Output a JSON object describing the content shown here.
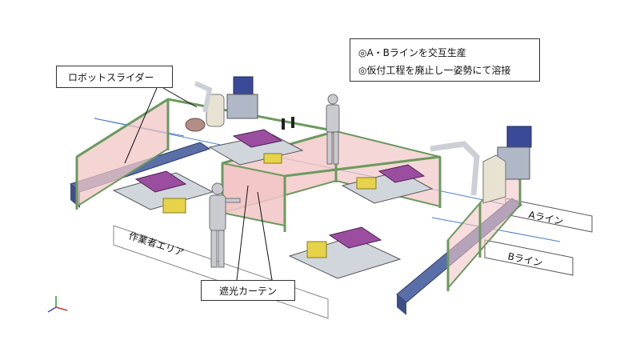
{
  "notes": {
    "line1": "◎A・Bラインを交互生産",
    "line2": "◎仮付工程を廃止し一姿勢にて溶接"
  },
  "labels": {
    "robot_slider": "ロボットスライダー",
    "work_area": "作業者エリア",
    "light_curtain": "遮光カーテン",
    "line_a": "Aライン",
    "line_b": "Bライン"
  },
  "colors": {
    "frame": "#6b9a5e",
    "curtain": "#f2c6c6",
    "slider": "#5a6fa8",
    "base": "#d0d6dc",
    "jig": "#9b4ea0",
    "yellow_box": "#e6d34a",
    "human": "#c9cbcf"
  }
}
